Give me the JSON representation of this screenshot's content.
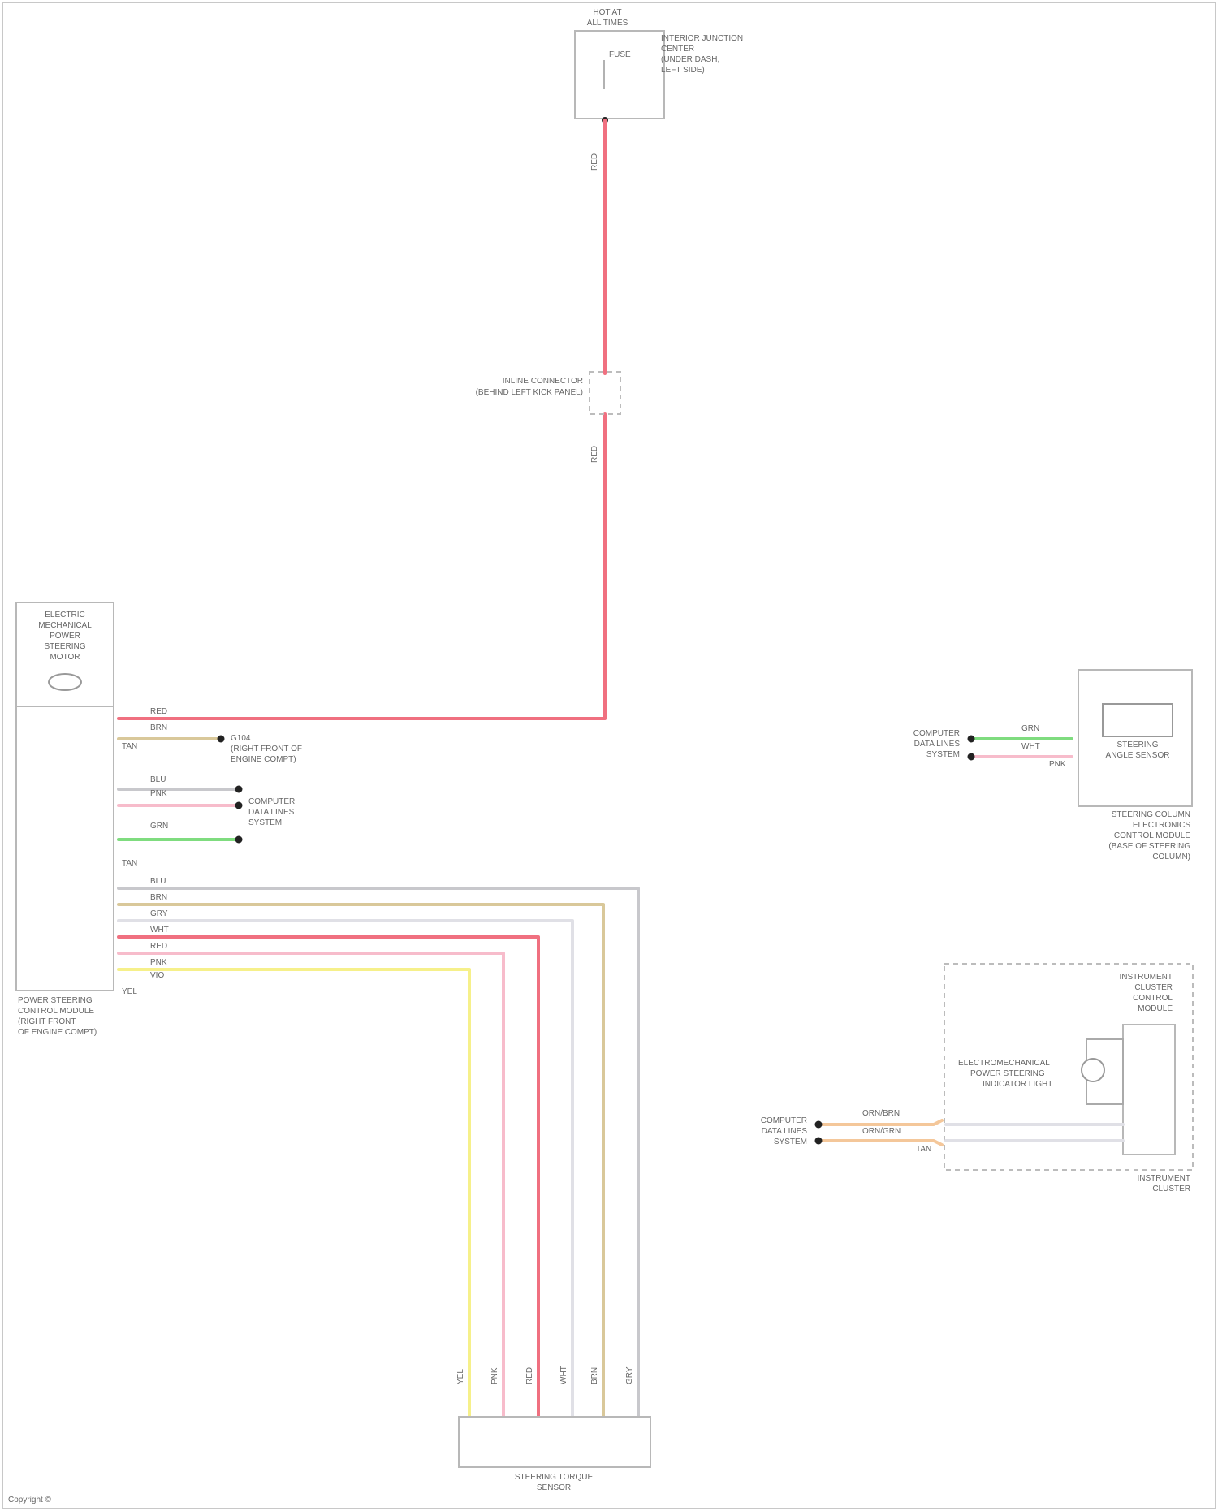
{
  "colors": {
    "red": "#f07080",
    "pink": "#f7bccb",
    "green": "#7fdc7f",
    "yellow": "#f6f08a",
    "tan": "#d9c89a",
    "gray": "#c8c8cc",
    "lightgray": "#e0e0e6",
    "orange": "#f4c79a"
  },
  "labels": {
    "fuse_top": "HOT AT",
    "fuse_sub": "ALL TIMES",
    "fuse_pin": "FUSE",
    "fuse_label": [
      "INTERIOR JUNCTION",
      "CENTER",
      "(UNDER DASH,",
      "LEFT SIDE)"
    ],
    "red_top": "RED",
    "red_mid": "RED",
    "inline_connector": [
      "INLINE CONNECTOR",
      "(BEHIND LEFT KICK PANEL)"
    ],
    "eps_motor": [
      "ELECTRIC",
      "MECHANICAL",
      "POWER",
      "STEERING",
      "MOTOR"
    ],
    "eps_module": [
      "POWER STEERING",
      "CONTROL MODULE",
      "(RIGHT FRONT",
      "OF ENGINE COMPT)"
    ],
    "ground_label": [
      "G104",
      "(RIGHT FRONT OF",
      "ENGINE COMPT)"
    ],
    "can_left": [
      "COMPUTER",
      "DATA LINES",
      "SYSTEM"
    ],
    "can_right": [
      "COMPUTER",
      "DATA LINES",
      "SYSTEM"
    ],
    "can_bottom": [
      "COMPUTER",
      "DATA LINES",
      "SYSTEM"
    ],
    "steering_angle": [
      "STEERING",
      "ANGLE SENSOR"
    ],
    "steering_column": [
      "STEERING COLUMN",
      "ELECTRONICS",
      "CONTROL MODULE",
      "(BASE OF STEERING",
      "COLUMN)"
    ],
    "instrument_cluster": [
      "INSTRUMENT",
      "CLUSTER",
      "CONTROL",
      "MODULE"
    ],
    "eps_warning": [
      "ELECTROMECHANICAL",
      "POWER STEERING",
      "INDICATOR LIGHT"
    ],
    "inst_cluster_bottom": [
      "INSTRUMENT",
      "CLUSTER"
    ],
    "torque_sensor": [
      "STEERING TORQUE",
      "SENSOR"
    ],
    "footer": "Copyright ©"
  },
  "wires": {
    "motor_top": "RED",
    "motor_2": "BRN",
    "motor_3": "TAN",
    "can_1": "BLU",
    "can_2": "PNK",
    "can_3": "GRN",
    "spare": "TAN",
    "sensor": [
      "BLU",
      "BRN",
      "GRY",
      "WHT",
      "RED",
      "PNK",
      "VIO",
      "YEL"
    ],
    "sensor_bottom": [
      "YEL",
      "PNK",
      "RED",
      "WHT",
      "BRN",
      "GRY"
    ],
    "sas_1": "GRN",
    "sas_2": "WHT",
    "sas_3": "PNK",
    "ic_1": "ORN/BRN",
    "ic_2": "ORN/GRN",
    "ic_3": "TAN"
  }
}
